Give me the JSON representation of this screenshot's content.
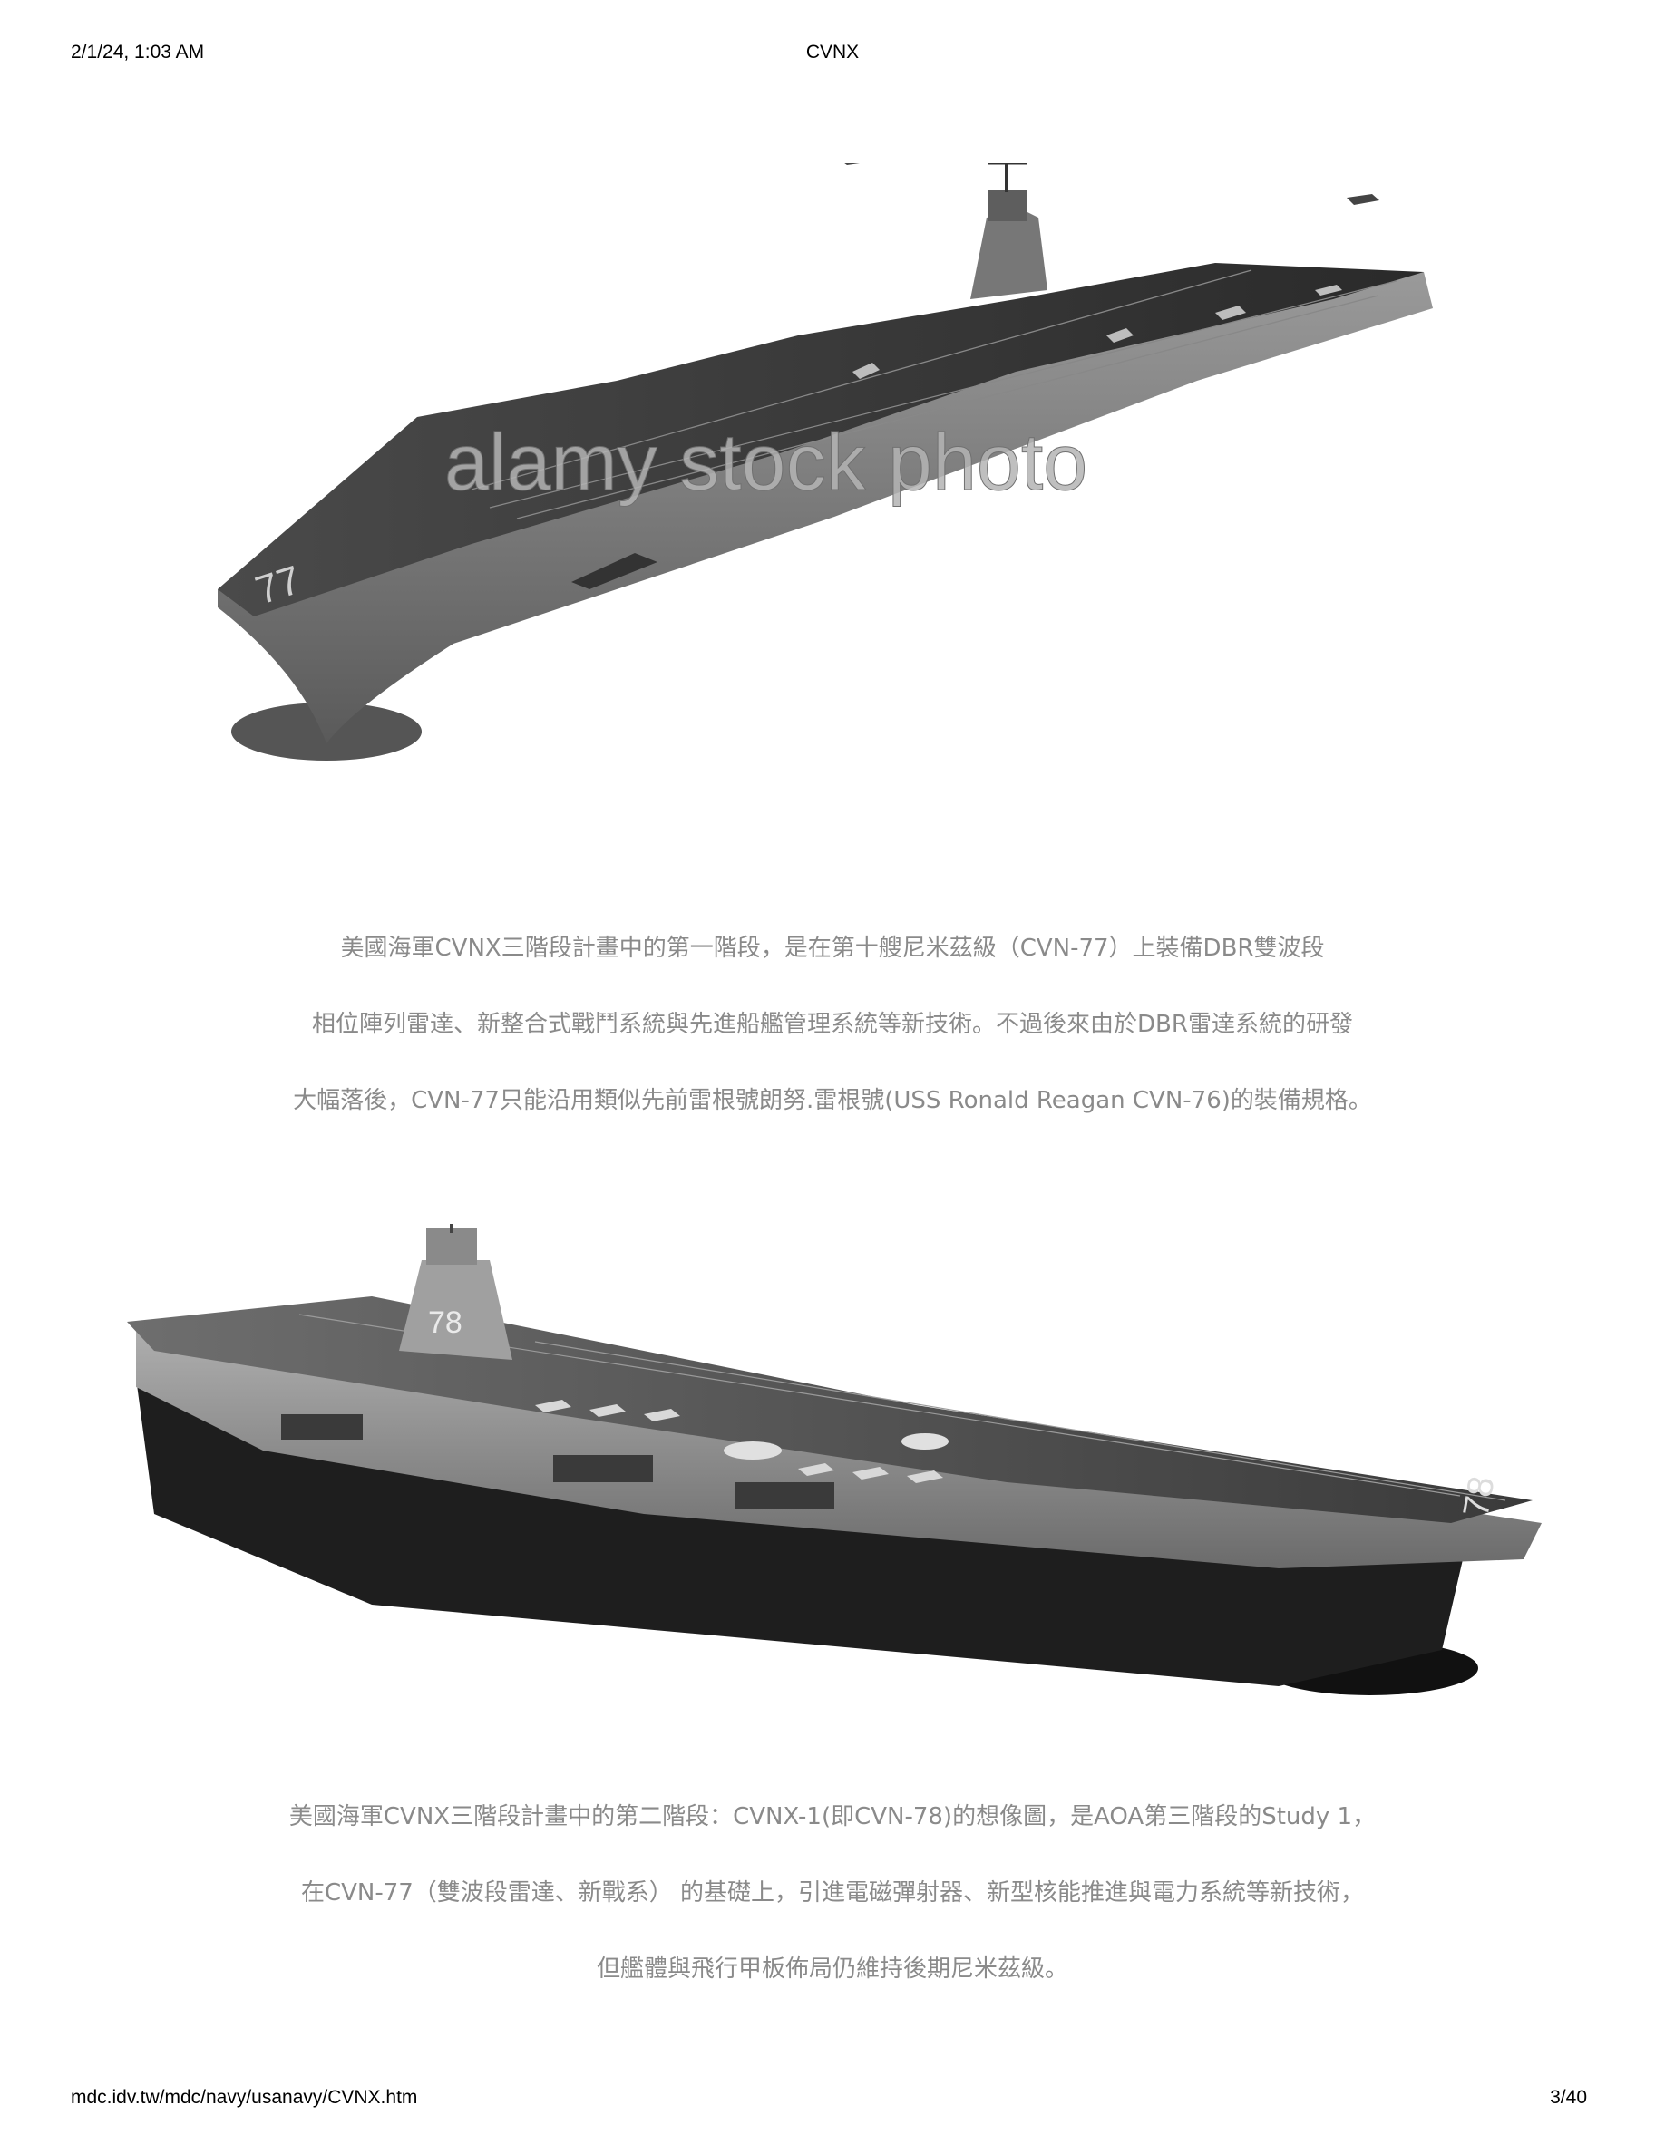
{
  "header": {
    "datetime": "2/1/24, 1:03 AM",
    "title": "CVNX"
  },
  "footer": {
    "url": "mdc.idv.tw/mdc/navy/usanavy/CVNX.htm",
    "page": "3/40"
  },
  "figure1": {
    "watermark": "alamy stock photo",
    "deck_number": "77",
    "icon": "aircraft-carrier-image"
  },
  "caption1": {
    "lines": [
      "美國海軍CVNX三階段計畫中的第一階段，是在第十艘尼米茲級（CVN-77）上裝備DBR雙波段",
      "相位陣列雷達、新整合式戰鬥系統與先進船艦管理系統等新技術。不過後來由於DBR雷達系統的研發",
      "大幅落後，CVN-77只能沿用類似先前雷根號朗努.雷根號(USS Ronald Reagan CVN-76)的裝備規格。"
    ]
  },
  "figure2": {
    "island_number": "78",
    "deck_number": "78",
    "icon": "aircraft-carrier-image"
  },
  "caption2": {
    "lines": [
      "美國海軍CVNX三階段計畫中的第二階段：CVNX-1(即CVN-78)的想像圖，是AOA第三階段的Study 1，",
      "在CVN-77（雙波段雷達、新戰系） 的基礎上，引進電磁彈射器、新型核能推進與電力系統等新技術，",
      "但艦體與飛行甲板佈局仍維持後期尼米茲級。"
    ]
  }
}
